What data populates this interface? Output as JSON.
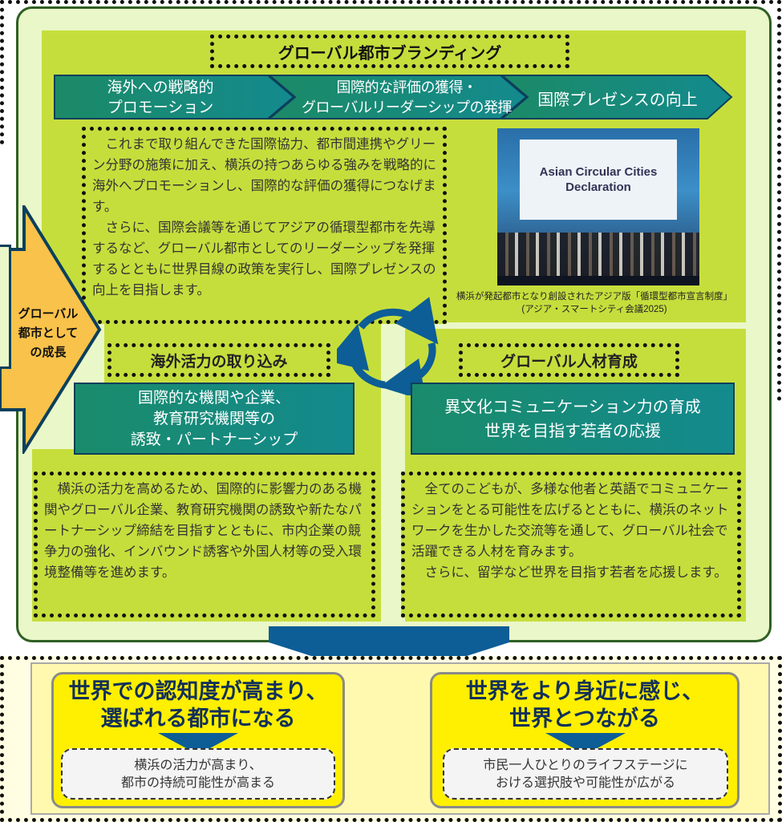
{
  "branding": {
    "title": "グローバル都市ブランディング",
    "steps": [
      {
        "line1": "海外への戦略的",
        "line2": "プロモーション"
      },
      {
        "line1": "国際的な評価の獲得・",
        "line2": "グローバルリーダーシップの発揮"
      },
      {
        "line1": "国際プレゼンスの向上",
        "line2": ""
      }
    ],
    "paragraphs": [
      "これまで取り組んできた国際協力、都市間連携やグリーン分野の施策に加え、横浜の持つあらゆる強みを戦略的に海外へプロモーションし、国際的な評価の獲得につなげます。",
      "さらに、国際会議等を通じてアジアの循環型都市を先導するなど、グローバル都市としてのリーダーシップを発揮するとともに世界目線の政策を実行し、国際プレゼンスの向上を目指します。"
    ],
    "photo": {
      "slide_text_1": "Asian Circular Cities",
      "slide_text_2": "Declaration",
      "caption_line1": "横浜が発起都市となり創設されたアジア版「循環型都市宣言制度」",
      "caption_line2": "(アジア・スマートシティ会議2025)"
    }
  },
  "growth_arrow": {
    "line1": "グローバル",
    "line2": "都市として",
    "line3": "の成長"
  },
  "left_section": {
    "title": "海外活力の取り込み",
    "box_lines": [
      "国際的な機関や企業、",
      "教育研究機関等の",
      "誘致・パートナーシップ"
    ],
    "paragraph": "横浜の活力を高めるため、国際的に影響力のある機関やグローバル企業、教育研究機関の誘致や新たなパートナーシップ締結を目指すとともに、市内企業の競争力の強化、インバウンド誘客や外国人材等の受入環境整備等を進めます。"
  },
  "right_section": {
    "title": "グローバル人材育成",
    "box_lines": [
      "異文化コミュニケーション力の育成",
      "世界を目指す若者の応援"
    ],
    "paragraphs": [
      "全てのこどもが、多様な他者と英語でコミュニケーションをとる可能性を広げるとともに、横浜のネットワークを生かした交流等を通して、グローバル社会で活躍できる人材を育みます。",
      "さらに、留学など世界を目指す若者を応援します。"
    ]
  },
  "results": [
    {
      "title_line1": "世界での認知度が高まり、",
      "title_line2": "選ばれる都市になる",
      "sub_line1": "横浜の活力が高まり、",
      "sub_line2": "都市の持続可能性が高まる"
    },
    {
      "title_line1": "世界をより身近に感じ、",
      "title_line2": "世界とつながる",
      "sub_line1": "市民一人ひとりのライフステージに",
      "sub_line2": "おける選択肢や可能性が広がる"
    }
  ],
  "colors": {
    "outer_bg": "#eaf7c8",
    "green_panel": "#c6de3c",
    "teal": "#138a8e",
    "navy": "#0b3f5c",
    "arrow_orange": "#f9c24a",
    "result_yellow": "#ffef00",
    "big_arrow": "#0d5d96"
  }
}
